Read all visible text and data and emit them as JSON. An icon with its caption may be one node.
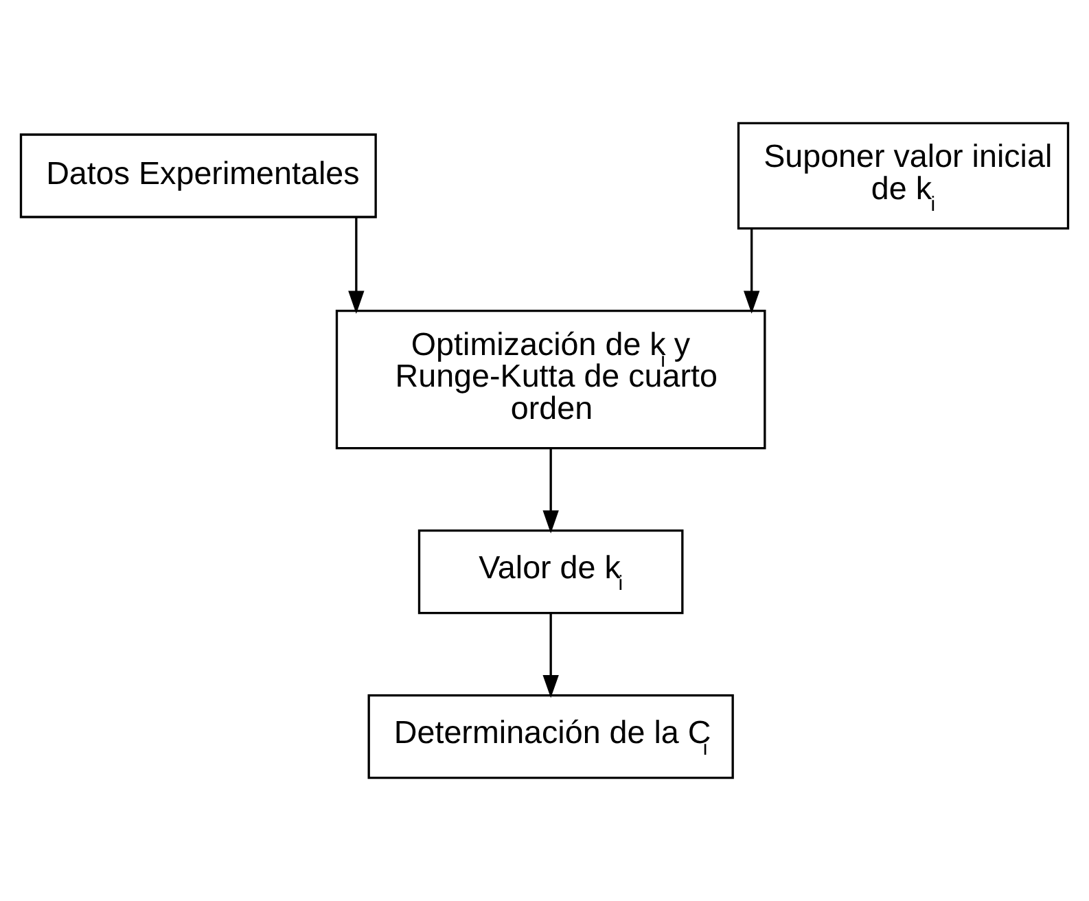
{
  "diagram": {
    "nodes": [
      {
        "text": [
          "Datos Experimentales"
        ]
      },
      {
        "text": [
          "Suponer valor inicial de k$_{i}$"
        ]
      },
      {
        "text": [
          "Optimización de k$_{i}$ y Runge-Kutta de cuarto orden"
        ]
      },
      {
        "text": [
          "Valor de k$_{i}$"
        ]
      },
      {
        "text": [
          "Determinación de la C$_{i}$"
        ]
      }
    ],
    "edges": [
      {
        "from": 0,
        "to": 2,
        "arrow": "to"
      },
      {
        "from": 1,
        "to": 2,
        "arrow": "to"
      },
      {
        "from": 2,
        "to": 3,
        "arrow": "to"
      },
      {
        "from": 3,
        "to": 4,
        "arrow": "to"
      }
    ]
  }
}
